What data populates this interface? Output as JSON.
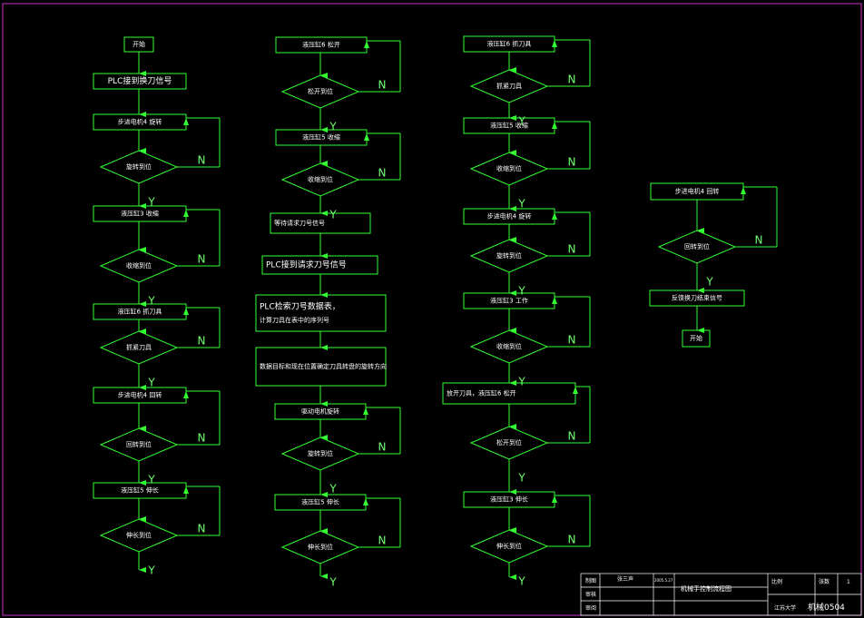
{
  "colors": {
    "background": "#000000",
    "line": "#33ff33",
    "frame": "#cc33cc",
    "text": "#ffffff",
    "title_block": "#ffffff"
  },
  "labels": {
    "yes": "Y",
    "no": "N"
  },
  "columns": [
    {
      "items": [
        {
          "type": "box",
          "text": "开始"
        },
        {
          "type": "box",
          "text": "PLC接到换刀信号"
        },
        {
          "type": "box",
          "text": "步进电机4 旋转"
        },
        {
          "type": "diamond",
          "text": "旋转到位"
        },
        {
          "type": "box",
          "text": "液压缸3 收缩"
        },
        {
          "type": "diamond",
          "text": "收缩到位"
        },
        {
          "type": "box",
          "text": "液压缸6 抓刀具"
        },
        {
          "type": "diamond",
          "text": "抓紧刀具"
        },
        {
          "type": "box",
          "text": "步进电机4 回转"
        },
        {
          "type": "diamond",
          "text": "回转到位"
        },
        {
          "type": "box",
          "text": "液压缸5 伸长"
        },
        {
          "type": "diamond",
          "text": "伸长到位"
        }
      ]
    },
    {
      "items": [
        {
          "type": "box",
          "text": "液压缸6 松开"
        },
        {
          "type": "diamond",
          "text": "松开到位"
        },
        {
          "type": "box",
          "text": "液压缸5 收缩"
        },
        {
          "type": "diamond",
          "text": "收缩到位"
        },
        {
          "type": "box",
          "text": "等待请求刀号信号"
        },
        {
          "type": "box",
          "text": "PLC接到请求刀号信号"
        },
        {
          "type": "box",
          "text": "PLC检索刀号数据表，计算刀具在表中的序列号"
        },
        {
          "type": "box",
          "text": "数据目标和现在位置确定刀具转盘的旋转方向"
        },
        {
          "type": "box",
          "text": "驱动电机旋转"
        },
        {
          "type": "diamond",
          "text": "旋转到位"
        },
        {
          "type": "box",
          "text": "液压缸5 伸长"
        },
        {
          "type": "diamond",
          "text": "伸长到位"
        }
      ]
    },
    {
      "items": [
        {
          "type": "box",
          "text": "液压缸6 抓刀具"
        },
        {
          "type": "diamond",
          "text": "抓紧刀具"
        },
        {
          "type": "box",
          "text": "液压缸5 收缩"
        },
        {
          "type": "diamond",
          "text": "收缩到位"
        },
        {
          "type": "box",
          "text": "步进电机4 旋转"
        },
        {
          "type": "diamond",
          "text": "旋转到位"
        },
        {
          "type": "box",
          "text": "液压缸3 工作"
        },
        {
          "type": "diamond",
          "text": "收缩到位"
        },
        {
          "type": "box",
          "text": "放开刀具，液压缸6 松开"
        },
        {
          "type": "diamond",
          "text": "松开到位"
        },
        {
          "type": "box",
          "text": "液压缸3 伸长"
        },
        {
          "type": "diamond",
          "text": "伸长到位"
        }
      ]
    },
    {
      "items": [
        {
          "type": "box",
          "text": "步进电机4 回转"
        },
        {
          "type": "diamond",
          "text": "回转到位"
        },
        {
          "type": "box",
          "text": "反馈换刀结束信号"
        },
        {
          "type": "box",
          "text": "开始"
        }
      ]
    }
  ],
  "title_block": {
    "title": "机械手控制流程图",
    "row_labels": [
      "制图",
      "审核",
      "审阅"
    ],
    "drawer": "张三声",
    "date": "2005.5.27",
    "scale_label": "比例",
    "sheet_label": "张数",
    "sheet_value": "1",
    "school": "江苏大学",
    "class_id": "机械0504"
  }
}
